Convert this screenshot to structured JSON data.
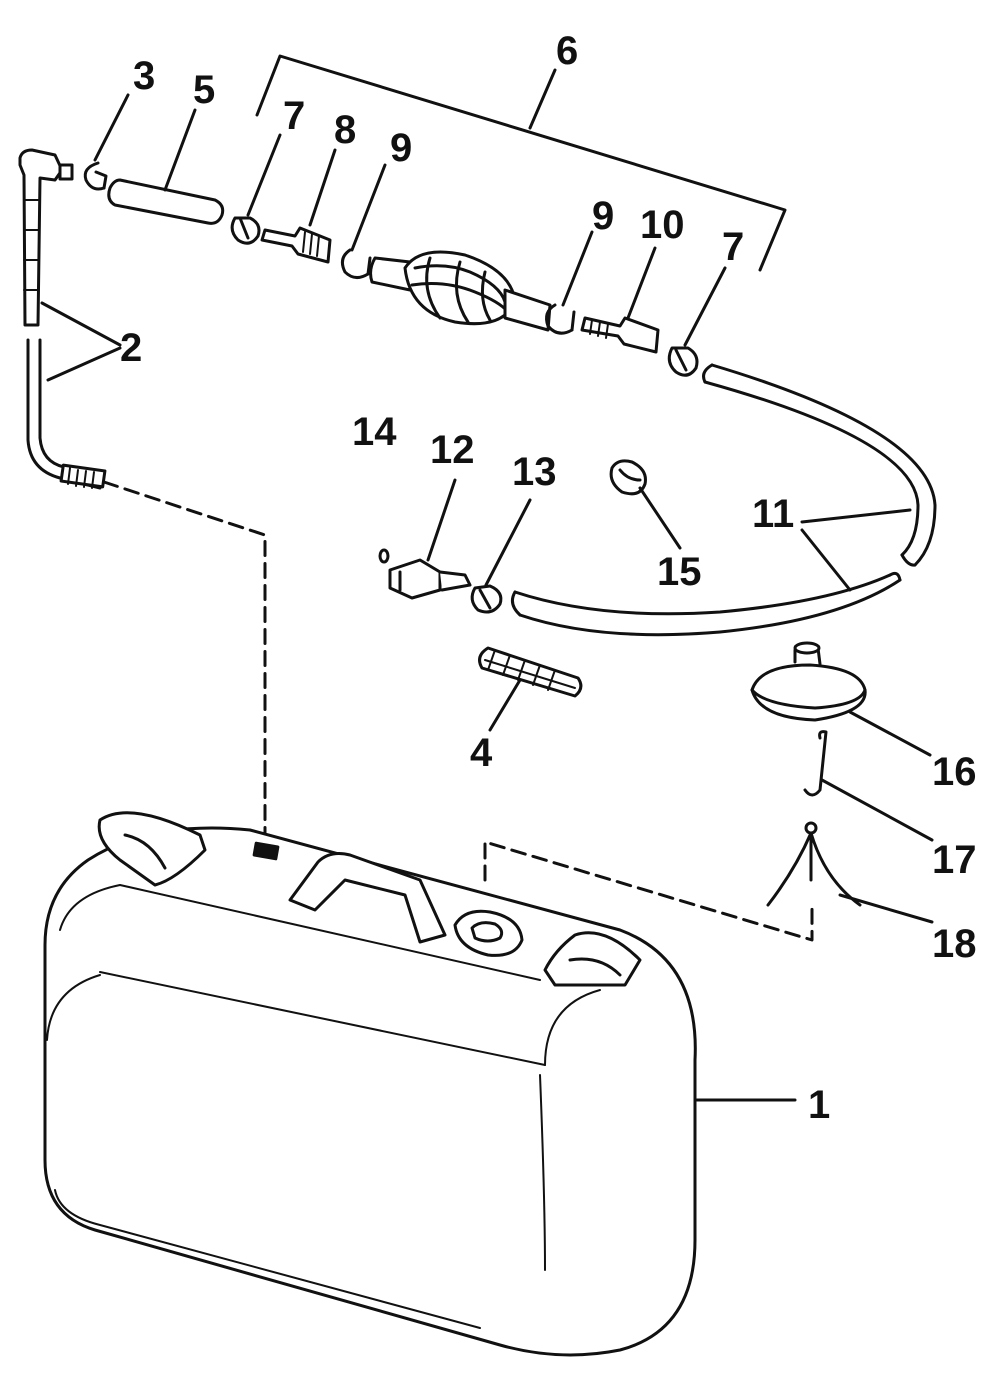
{
  "diagram": {
    "callouts": [
      {
        "id": "c1",
        "label": "1"
      },
      {
        "id": "c2",
        "label": "2"
      },
      {
        "id": "c3",
        "label": "3"
      },
      {
        "id": "c4",
        "label": "4"
      },
      {
        "id": "c5",
        "label": "5"
      },
      {
        "id": "c6",
        "label": "6"
      },
      {
        "id": "c7a",
        "label": "7"
      },
      {
        "id": "c7b",
        "label": "7"
      },
      {
        "id": "c8",
        "label": "8"
      },
      {
        "id": "c9a",
        "label": "9"
      },
      {
        "id": "c9b",
        "label": "9"
      },
      {
        "id": "c10",
        "label": "10"
      },
      {
        "id": "c11",
        "label": "11"
      },
      {
        "id": "c12",
        "label": "12"
      },
      {
        "id": "c13",
        "label": "13"
      },
      {
        "id": "c14",
        "label": "14"
      },
      {
        "id": "c15",
        "label": "15"
      },
      {
        "id": "c16",
        "label": "16"
      },
      {
        "id": "c17",
        "label": "17"
      },
      {
        "id": "c18",
        "label": "18"
      }
    ]
  }
}
